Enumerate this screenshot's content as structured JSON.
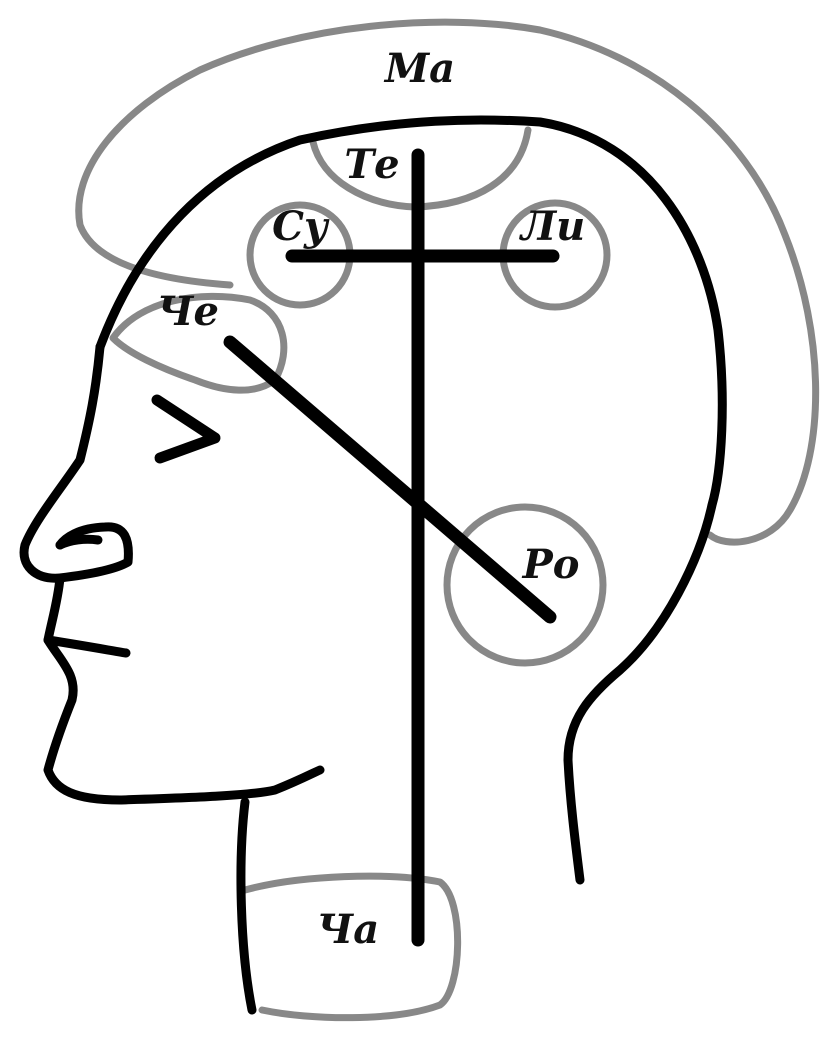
{
  "labels": {
    "ma": "Ма",
    "te": "Те",
    "su": "Су",
    "li": "Ли",
    "che": "Че",
    "ro": "Ро",
    "cha": "Ча"
  },
  "colors": {
    "outline": "#000000",
    "zones": "#888888",
    "background": "#ffffff"
  }
}
